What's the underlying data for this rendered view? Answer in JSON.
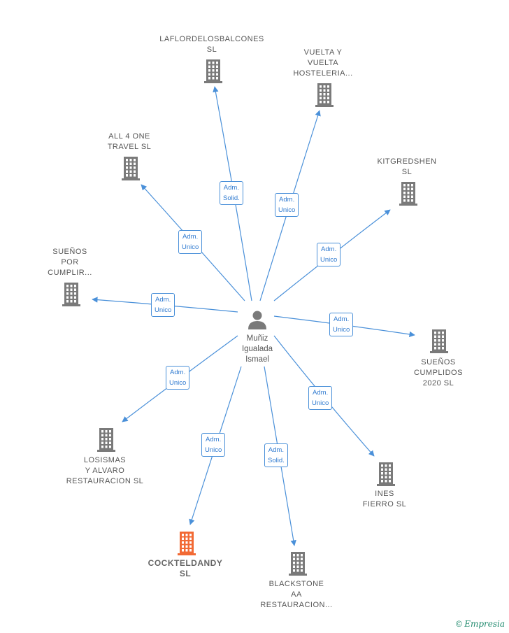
{
  "person": {
    "name": "Muñiz\nIgualada\nIsmael",
    "icon": "person-icon"
  },
  "companies": [
    {
      "id": "laflor",
      "label": "LAFLORDELOSBALCONES\nSL",
      "relation": "Adm.\nSolid.",
      "highlight": false
    },
    {
      "id": "vuelta",
      "label": "VUELTA Y\nVUELTA\nHOSTELERIA...",
      "relation": "Adm.\nUnico",
      "highlight": false
    },
    {
      "id": "kitgredshen",
      "label": "KITGREDSHEN\nSL",
      "relation": "Adm.\nUnico",
      "highlight": false
    },
    {
      "id": "suenos2020",
      "label": "SUEÑOS\nCUMPLIDOS\n2020  SL",
      "relation": "Adm.\nUnico",
      "highlight": false
    },
    {
      "id": "ines",
      "label": "INES\nFIERRO  SL",
      "relation": "Adm.\nUnico",
      "highlight": false
    },
    {
      "id": "blackstone",
      "label": "BLACKSTONE\nAA\nRESTAURACION...",
      "relation": "Adm.\nSolid.",
      "highlight": false
    },
    {
      "id": "cockteldandy",
      "label": "COCKTELDANDY\nSL",
      "relation": "Adm.\nUnico",
      "highlight": true
    },
    {
      "id": "losismas",
      "label": "LOSISMAS\nY ALVARO\nRESTAURACION SL",
      "relation": "Adm.\nUnico",
      "highlight": false
    },
    {
      "id": "suenospor",
      "label": "SUEÑOS\nPOR\nCUMPLIR...",
      "relation": "Adm.\nUnico",
      "highlight": false
    },
    {
      "id": "allone",
      "label": "ALL 4 ONE\nTRAVEL  SL",
      "relation": "Adm.\nUnico",
      "highlight": false
    }
  ],
  "colors": {
    "edge": "#4a90d9",
    "building": "#7a7a7a",
    "building_highlight": "#f26a35",
    "person": "#7a7a7a"
  },
  "footer": {
    "copyright": "©",
    "brand": "Empresia"
  }
}
